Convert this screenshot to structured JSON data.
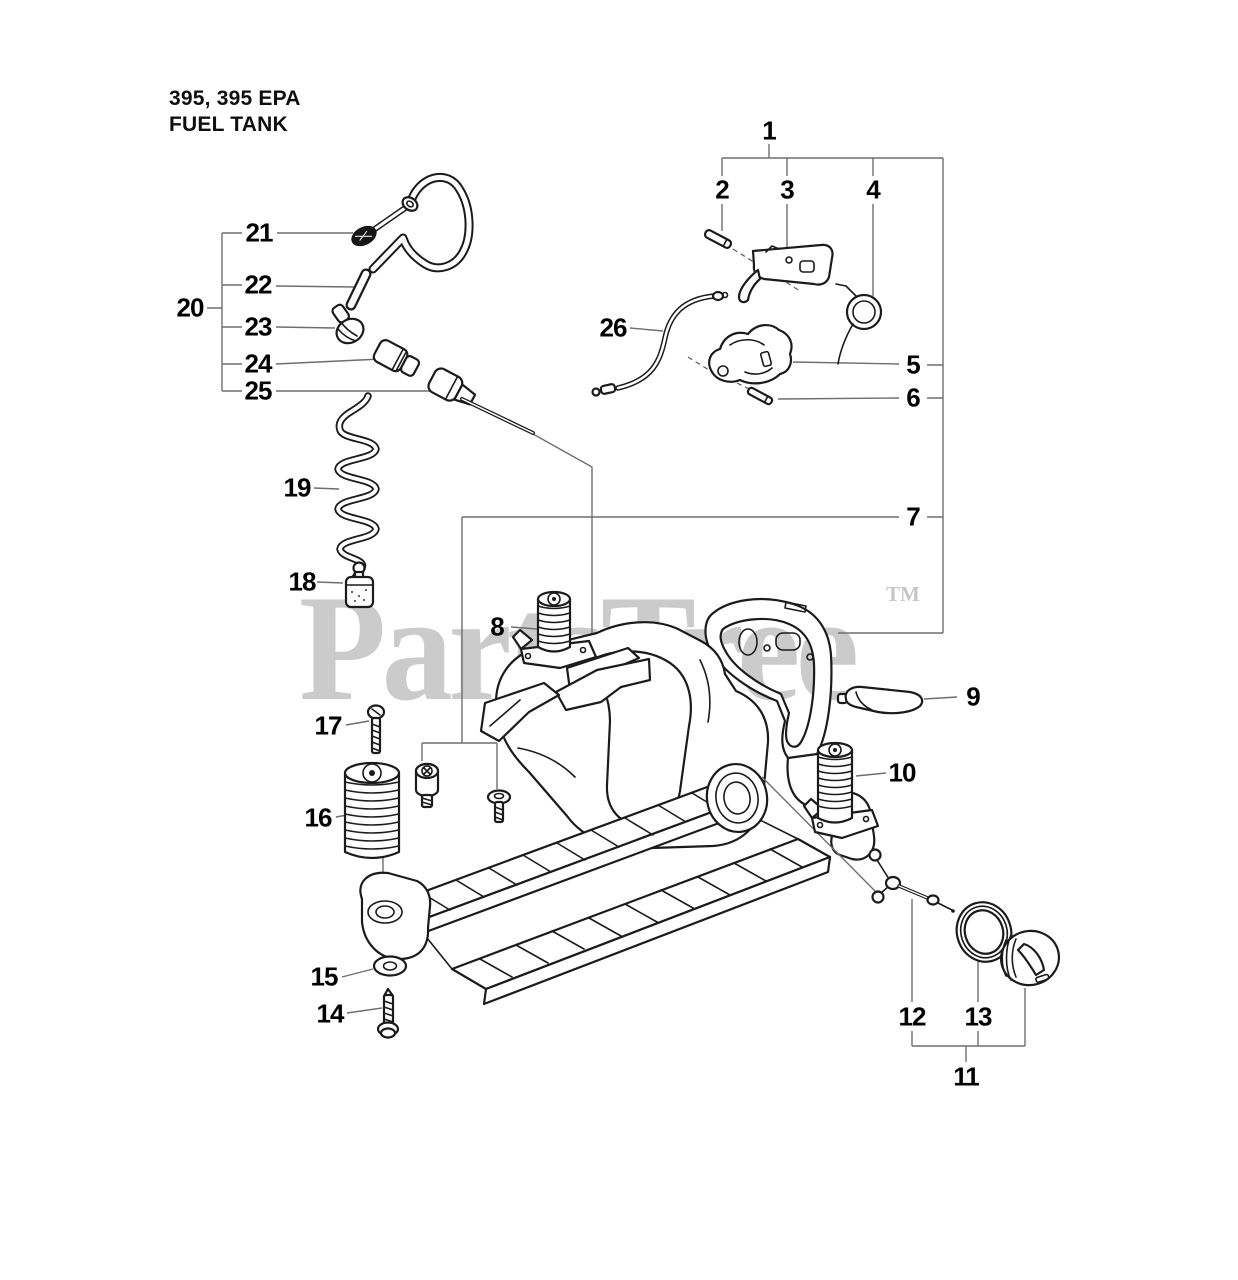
{
  "header": {
    "model_line": "395, 395 EPA",
    "diagram_line": "FUEL TANK"
  },
  "watermark": {
    "text": "PartsTree",
    "tm": "TM",
    "color": "#cbcbcb"
  },
  "diagram": {
    "description": "Exploded parts view of a chainsaw fuel tank assembly with numbered callouts",
    "line_color": "#1b1b1b",
    "leader_color": "#6e6e6e",
    "callouts": [
      {
        "label": "1"
      },
      {
        "label": "2"
      },
      {
        "label": "3"
      },
      {
        "label": "4"
      },
      {
        "label": "5"
      },
      {
        "label": "6"
      },
      {
        "label": "7"
      },
      {
        "label": "8"
      },
      {
        "label": "9"
      },
      {
        "label": "10"
      },
      {
        "label": "11"
      },
      {
        "label": "12"
      },
      {
        "label": "13"
      },
      {
        "label": "14"
      },
      {
        "label": "15"
      },
      {
        "label": "16"
      },
      {
        "label": "17"
      },
      {
        "label": "18"
      },
      {
        "label": "19"
      },
      {
        "label": "20"
      },
      {
        "label": "21"
      },
      {
        "label": "22"
      },
      {
        "label": "23"
      },
      {
        "label": "24"
      },
      {
        "label": "25"
      },
      {
        "label": "26"
      }
    ]
  }
}
